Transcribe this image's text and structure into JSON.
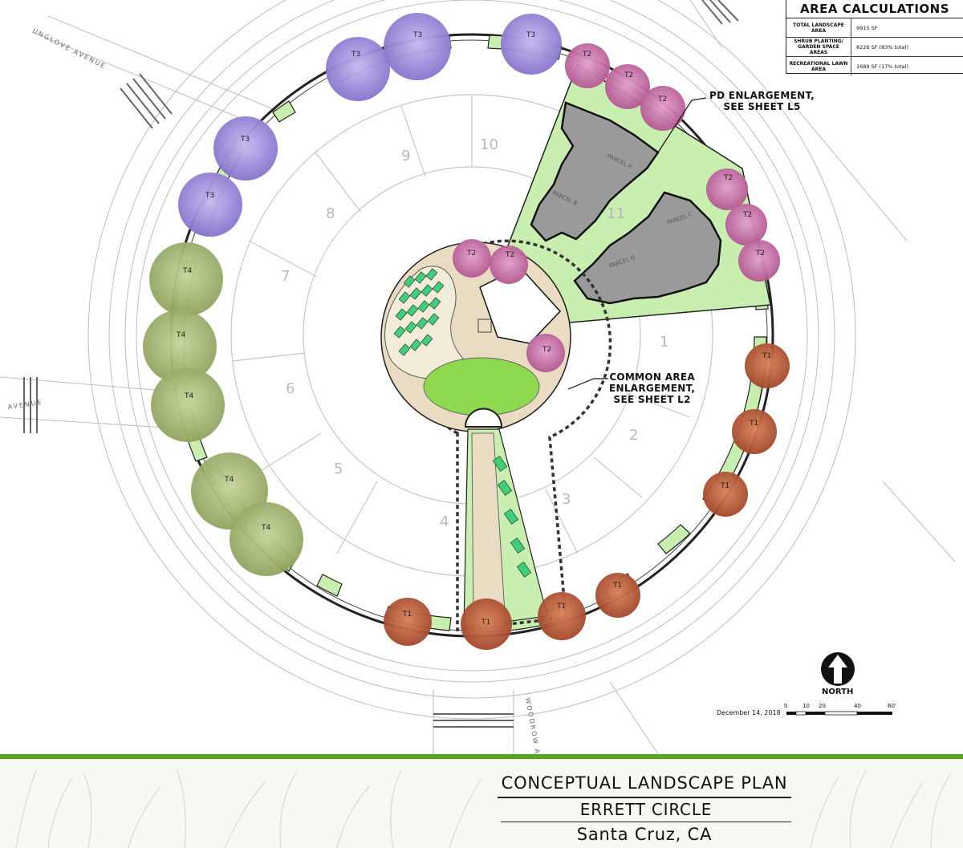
{
  "area_calculations": {
    "title": "AREA CALCULATIONS",
    "rows": [
      {
        "label": "TOTAL LANDSCAPE AREA",
        "value": "9915 SF"
      },
      {
        "label": "SHRUB PLANTING/ GARDEN SPACE AREAS",
        "value": "8226 SF (83% total)"
      },
      {
        "label": "RECREATIONAL LAWN AREA",
        "value": "1689 SF (17% total)"
      }
    ]
  },
  "callouts": {
    "pd_line1": "PD ENLARGEMENT,",
    "pd_line2": "SEE SHEET L5",
    "common_line1": "COMMON AREA",
    "common_line2": "ENLARGEMENT,",
    "common_line3": "SEE SHEET L2"
  },
  "street_labels": {
    "sunglove": "UNGLOVE AVENUE",
    "avenue_left": "AVENUE",
    "woodrow": "WOODROW AVENUE"
  },
  "lot_numbers": [
    "1",
    "2",
    "3",
    "4",
    "5",
    "6",
    "7",
    "8",
    "9",
    "10",
    "11"
  ],
  "parcels": {
    "parcel_a": "PARCEL A",
    "parcel_b": "PARCEL B",
    "parcel_c": "PARCEL C",
    "parcel_d": "PARCEL D"
  },
  "tree_labels": {
    "t1": "T1",
    "t2": "T2",
    "t3": "T3",
    "t4": "T4"
  },
  "scale_bar": {
    "date": "December 14, 2018",
    "ticks": [
      "0",
      "10",
      "20",
      "40",
      "60'"
    ]
  },
  "north": {
    "label": "NORTH"
  },
  "title_block": {
    "title": "CONCEPTUAL LANDSCAPE PLAN",
    "project": "ERRETT CIRCLE",
    "location": "Santa Cruz, CA"
  },
  "colors": {
    "lawn": "#8fd94f",
    "planting": "#c8efb0",
    "garden_beds": "#3fcf7a",
    "building": "#9a9a9a",
    "paving": "#e9dcc3",
    "tree_t1": "#b5532e",
    "tree_t2": "#c06aa8",
    "tree_t3": "#9a87d8",
    "tree_t4": "#9bb56b",
    "accent_green": "#5aa424"
  }
}
